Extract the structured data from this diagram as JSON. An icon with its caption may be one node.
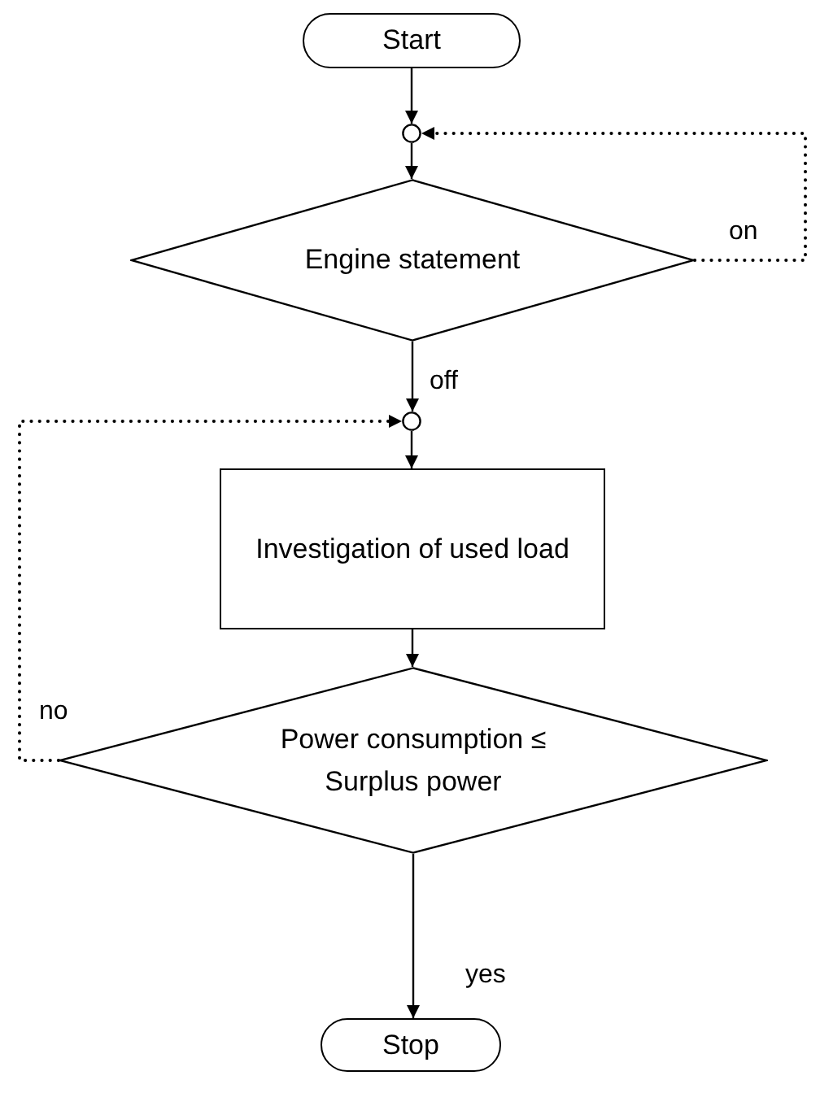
{
  "diagram": {
    "nodes": [
      {
        "text": [
          "Start"
        ]
      },
      {
        "text": [],
        "shape": "circle"
      },
      {
        "text": [
          "Engine statement"
        ]
      },
      {
        "text": [],
        "shape": "circle"
      },
      {
        "text": [
          "Investigation of used load"
        ]
      },
      {
        "text": [
          "Power consumption ≤ Surplus power"
        ]
      },
      {
        "text": [
          "Stop"
        ]
      }
    ],
    "edges": [
      {
        "from": 0,
        "to": 1,
        "arrow": "to"
      },
      {
        "from": 1,
        "to": 2,
        "arrow": "to"
      },
      {
        "from": 2,
        "to": 1,
        "arrow": "to",
        "label": "on",
        "style": "dashed"
      },
      {
        "from": 2,
        "to": 3,
        "arrow": "to",
        "label": "off"
      },
      {
        "from": 3,
        "to": 4,
        "arrow": "to"
      },
      {
        "from": 4,
        "to": 5,
        "arrow": "to"
      },
      {
        "from": 5,
        "to": 3,
        "arrow": "to",
        "label": "no",
        "style": "dashed"
      },
      {
        "from": 5,
        "to": 6,
        "arrow": "to",
        "label": "yes"
      }
    ]
  }
}
